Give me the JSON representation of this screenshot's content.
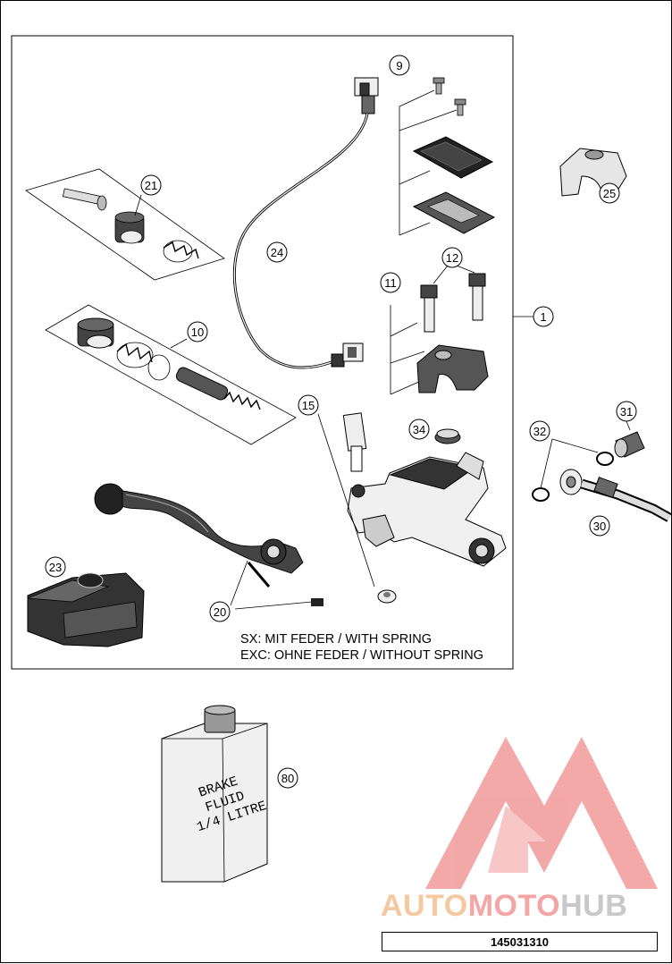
{
  "diagram": {
    "callouts": [
      "1",
      "9",
      "10",
      "11",
      "12",
      "15",
      "20",
      "21",
      "23",
      "24",
      "25",
      "30",
      "31",
      "32",
      "34",
      "80"
    ],
    "note_lines": [
      "SX: MIT FEDER / WITH SPRING",
      "EXC: OHNE FEDER / WITHOUT SPRING"
    ],
    "bottle_label": [
      "BRAKE",
      "FLUID",
      "1/4 LITRE"
    ],
    "catalog_number": "145031310"
  },
  "watermark": {
    "parts": [
      "AUTO",
      "MOTO",
      "HUB"
    ],
    "colors": {
      "auto": "#f5c9a0",
      "moto": "#f4a6a6",
      "hub": "#c8c8c8",
      "logo": "#f08c8c"
    }
  }
}
